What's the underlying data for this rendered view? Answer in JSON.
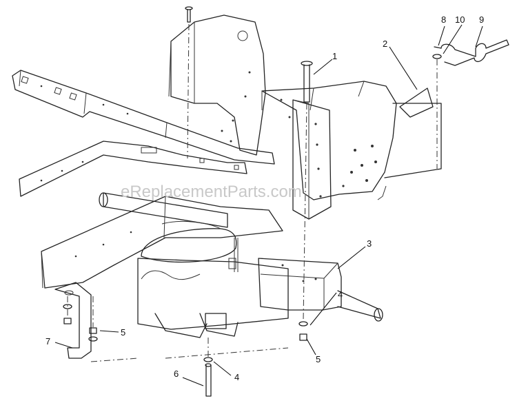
{
  "watermark": "eReplacementParts.com",
  "callouts": [
    "1",
    "2",
    "3",
    "4",
    "4",
    "5",
    "5",
    "6",
    "7",
    "8",
    "9",
    "10"
  ]
}
